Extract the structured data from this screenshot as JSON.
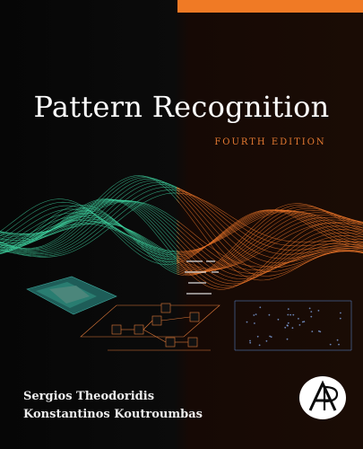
{
  "book": {
    "title": "Pattern Recognition",
    "edition": "FOURTH EDITION",
    "authors": [
      "Sergios Theodoridis",
      "Konstantinos Koutroumbas"
    ]
  },
  "colors": {
    "accent_orange": "#f07a25",
    "edition_text": "#e57a32",
    "wave_green": "#3fd3a0",
    "wave_orange": "#f0782b",
    "background": "#0a0a0a"
  },
  "logo": {
    "name": "publisher-logo-icon"
  }
}
